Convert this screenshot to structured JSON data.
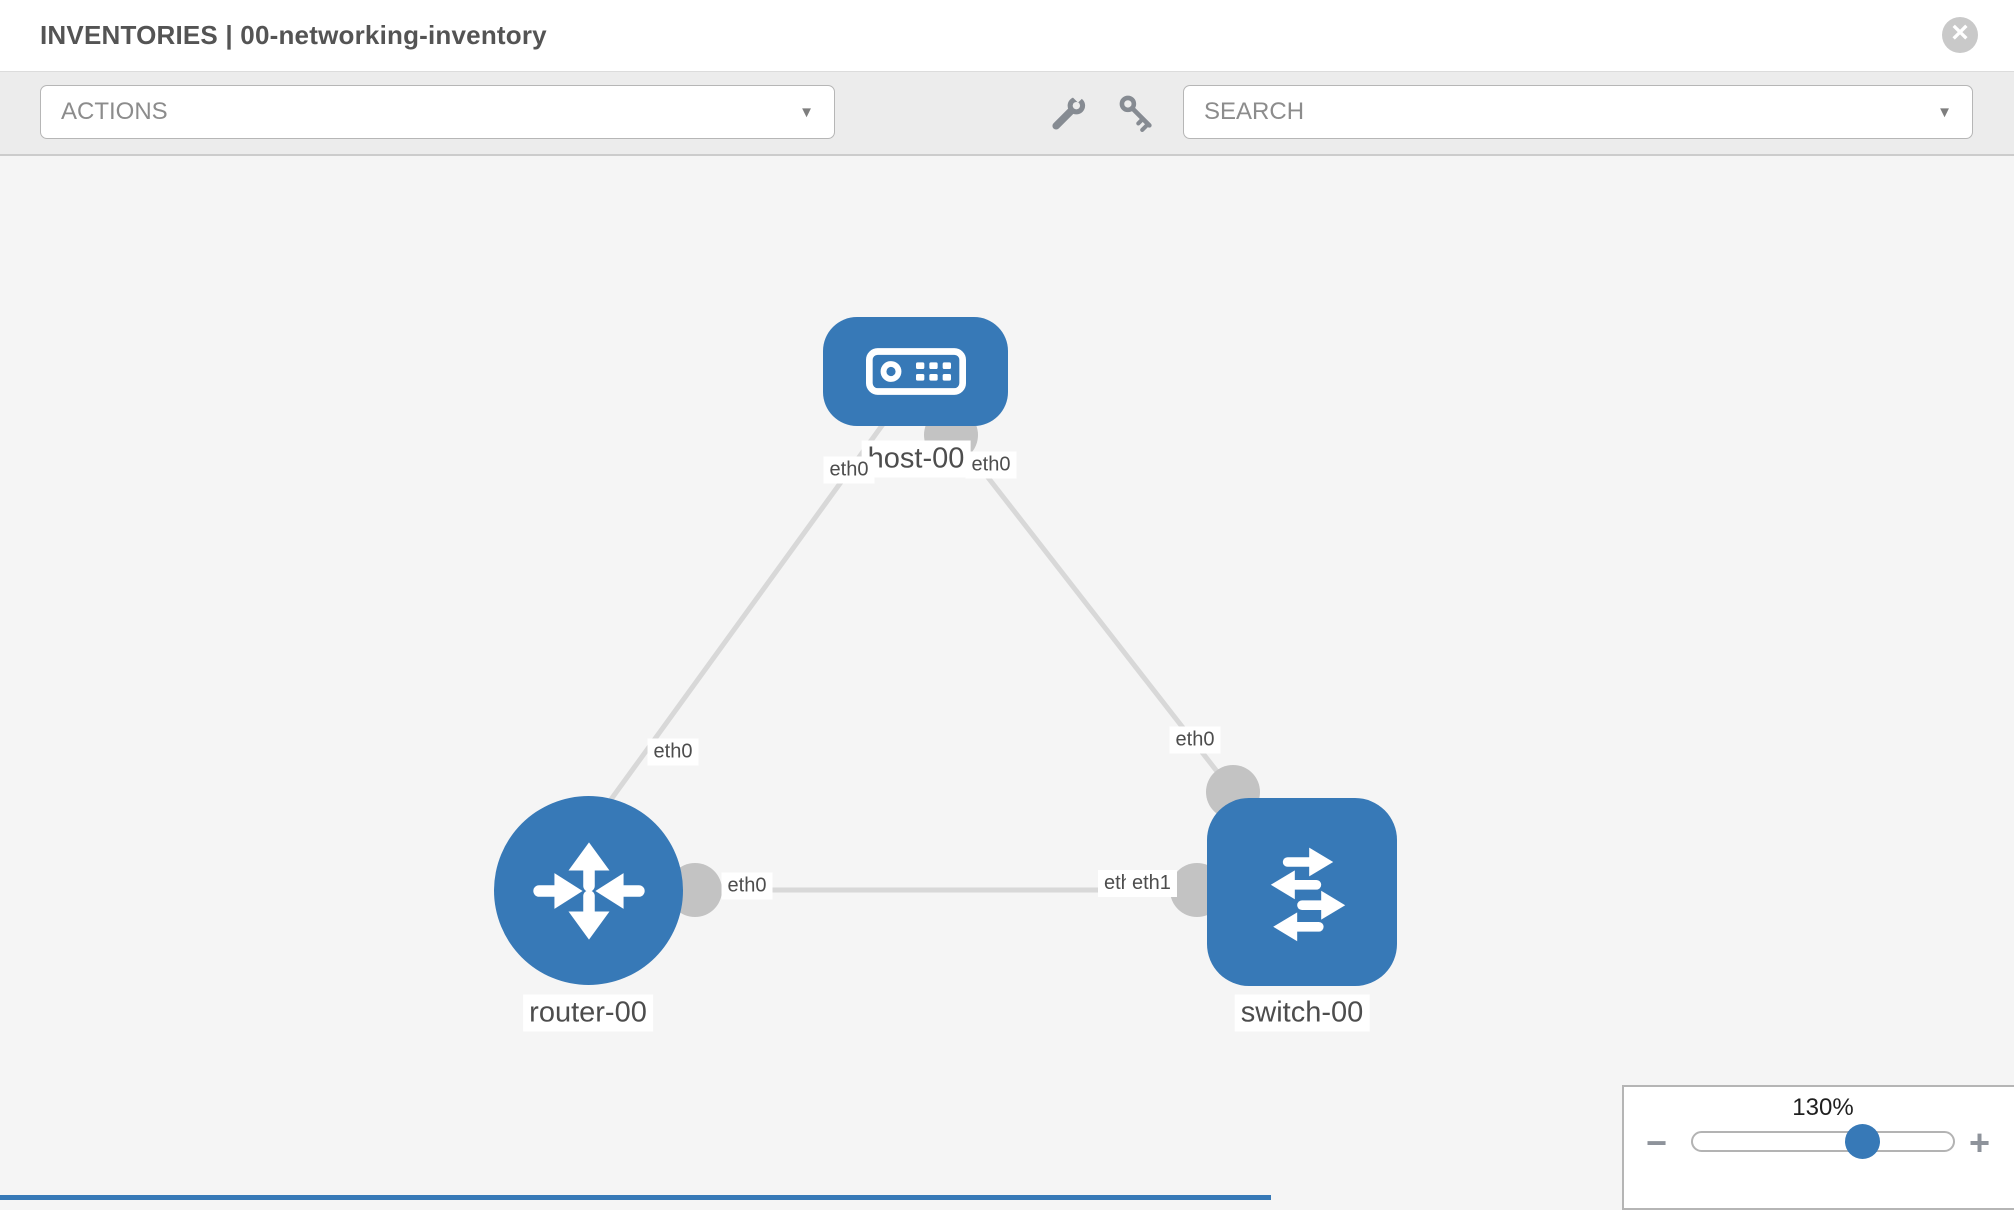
{
  "header": {
    "title": "INVENTORIES | 00-networking-inventory"
  },
  "toolbar": {
    "actions_placeholder": "ACTIONS",
    "search_placeholder": "SEARCH",
    "icons": [
      "wrench-icon",
      "key-icon"
    ]
  },
  "diagram": {
    "host": {
      "label": "host-00",
      "if_left": "eth0",
      "if_right": "eth0"
    },
    "router": {
      "label": "router-00"
    },
    "switch": {
      "label": "switch-00"
    },
    "links": {
      "host_router": {
        "label_mid": "eth0"
      },
      "host_switch": {
        "label_mid": "eth0"
      },
      "router_switch": {
        "label_router_side": "eth0",
        "label_switch_side_back": "eth1",
        "label_switch_side_front": "eth1"
      }
    }
  },
  "zoom_control": {
    "percent": "130%"
  },
  "icons": {
    "close": "×",
    "caret": "▼",
    "minus": "−",
    "plus": "+"
  },
  "colors": {
    "node_blue": "#3779b7",
    "link_gray": "#d8d8d8",
    "connector_gray": "#c3c3c3",
    "canvas_bg": "#f5f5f5",
    "toolbar_bg": "#ececec"
  }
}
